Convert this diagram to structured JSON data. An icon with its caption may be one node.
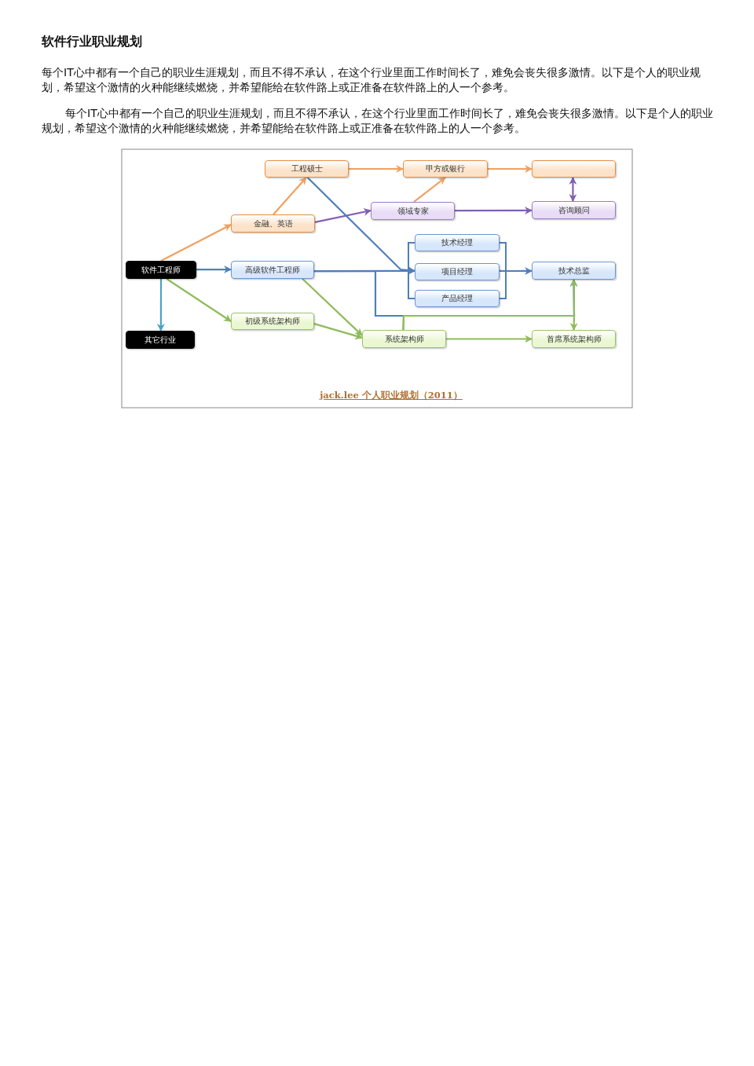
{
  "diagram": {
    "title": "软件行业职业规划",
    "nodes": [
      {
        "text": [
          "工程硕士"
        ]
      },
      {
        "text": [
          "甲方或银行"
        ]
      },
      {
        "text": [],
        "shape": "box"
      },
      {
        "text": [
          "金融、英语"
        ]
      },
      {
        "text": [
          "领域专家"
        ]
      },
      {
        "text": [
          "咨询顾问"
        ]
      },
      {
        "text": [
          "软件工程师"
        ]
      },
      {
        "text": [
          "高级软件工程师"
        ]
      },
      {
        "text": [
          "技术经理"
        ]
      },
      {
        "text": [
          "项目经理"
        ]
      },
      {
        "text": [
          "产品经理"
        ]
      },
      {
        "text": [
          "技术总监"
        ]
      },
      {
        "text": [
          "初级系统架构师"
        ]
      },
      {
        "text": [
          "其它行业"
        ]
      },
      {
        "text": [
          "系统架构师"
        ]
      },
      {
        "text": [
          "首席系统架构师"
        ]
      }
    ],
    "edges": [
      {
        "from": 6,
        "to": 3,
        "arrow": "to",
        "color": "#f0a060"
      },
      {
        "from": 3,
        "to": 0,
        "arrow": "to",
        "color": "#f0a060"
      },
      {
        "from": 0,
        "to": 1,
        "arrow": "to",
        "color": "#f0a060"
      },
      {
        "from": 1,
        "to": 2,
        "arrow": "to",
        "color": "#f0a060"
      },
      {
        "from": 4,
        "to": 1,
        "arrow": "to",
        "color": "#f0a060"
      },
      {
        "from": 3,
        "to": 4,
        "arrow": "to",
        "color": "#8060b0"
      },
      {
        "from": 4,
        "to": 5,
        "arrow": "to",
        "color": "#8060b0"
      },
      {
        "from": 2,
        "to": 5,
        "arrow": "both",
        "color": "#8060b0"
      },
      {
        "from": 6,
        "to": 7,
        "arrow": "to",
        "color": "#4f7fb8"
      },
      {
        "from": 7,
        "to": 9,
        "arrow": "to",
        "color": "#4f7fb8"
      },
      {
        "from": 0,
        "to": 9,
        "arrow": "to",
        "color": "#4f7fb8"
      },
      {
        "from": 9,
        "to": 11,
        "arrow": "to",
        "color": "#4f7fb8"
      },
      {
        "from": 7,
        "to": 11,
        "arrow": "to",
        "color": "#4f7fb8"
      },
      {
        "from": 6,
        "to": 13,
        "arrow": "to",
        "color": "#4aa3c8"
      },
      {
        "from": 6,
        "to": 12,
        "arrow": "to",
        "color": "#8fbb5a"
      },
      {
        "from": 12,
        "to": 14,
        "arrow": "to",
        "color": "#8fbb5a"
      },
      {
        "from": 7,
        "to": 14,
        "arrow": "to",
        "color": "#8fbb5a"
      },
      {
        "from": 14,
        "to": 15,
        "arrow": "to",
        "color": "#8fbb5a"
      },
      {
        "from": 14,
        "to": 11,
        "arrow": "to",
        "color": "#8fbb5a"
      },
      {
        "from": 14,
        "to": 15,
        "arrow": "to",
        "color": "#8fbb5a"
      }
    ],
    "labels": [
      "每个IT心中都有一个自己的职业生涯规划，而且不得不承认，在这个行业里面工作时间长了，难免会丧失很多激情。以下是个人的职业规划，希望这个激情的火种能继续燃烧，并希望能给在软件路上或正准备在软件路上的人一个参考。",
      "每个IT心中都有一个自己的职业生涯规划，而且不得不承认，在这个行业里面工作时间长了，难免会丧失很多激情。以下是个人的职业规划，希望这个激情的火种能继续燃烧，并希望能给在软件路上或正准备在软件路上的人一个参考。",
      "jack.lee 个人职业规划（2011）"
    ]
  }
}
